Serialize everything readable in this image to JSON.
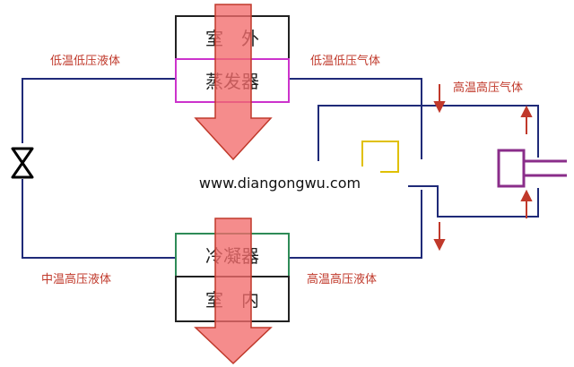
{
  "labels": {
    "top_left": "低温低压液体",
    "top_right": "低温低压气体",
    "right_top": "高温高压气体",
    "bottom_left": "中温高压液体",
    "bottom_right": "高温高压液体"
  },
  "boxes": {
    "outdoor": "室　外",
    "evaporator": "蒸发器",
    "condenser": "冷凝器",
    "indoor": "室　内"
  },
  "watermark": "www.diangongwu.com",
  "colors": {
    "pipe": "#1f2a78",
    "arrow_fill": "#f26b6b",
    "arrow_stroke": "#c0392b",
    "evaporator_border": "#cc33cc",
    "condenser_border": "#2e8b57",
    "label_text": "#c0392b",
    "valve": "#000000",
    "flow_arrow": "#c0392b",
    "valve_block": "#e0c000",
    "compressor": "#8a2d8a"
  }
}
